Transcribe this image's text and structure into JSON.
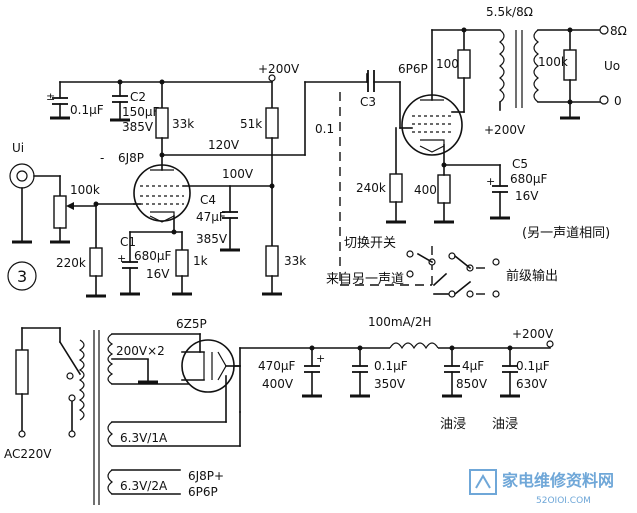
{
  "circuit_number": "3",
  "labels": {
    "input": "Ui",
    "output": "Uo",
    "supply_top": "+200V",
    "supply_psu": "+200V",
    "supply_output": "+200V",
    "v_120": "120V",
    "v_100": "100V",
    "tube_pre": "6J8P",
    "tube_out": "6P6P",
    "tube_rect": "6Z5P",
    "out_transformer": "5.5k/8Ω",
    "term_8": "8Ω",
    "term_0": "0",
    "mains": "AC220V",
    "hv_winding": "200V×2",
    "fil_1": "6.3V/1A",
    "fil_2": "6.3V/2A",
    "fil_2_note_1": "6J8P+",
    "fil_2_note_2": "6P6P",
    "choke": "100mA/2H",
    "switch": "切换开关",
    "from_other": "来自另一声道",
    "pre_out": "前级输出",
    "other_same": "(另一声道相同)",
    "oil_1": "油浸",
    "oil_2": "油浸"
  },
  "components": {
    "c_top_left": "0.1μF",
    "c2_name": "C2",
    "c2_value": "150μF",
    "c2_voltage": "385V",
    "r_33k_top": "33k",
    "r_51k": "51k",
    "r_100k_pot": "100k",
    "r_220k": "220k",
    "c1_name": "C1",
    "c1_value": "680μF",
    "c1_voltage": "16V",
    "r_1k": "1k",
    "c4_name": "C4",
    "c4_value": "47μF",
    "c4_voltage": "385V",
    "r_33k_bottom": "33k",
    "c3_name": "C3",
    "c3_value": "0.1",
    "r_240k": "240k",
    "r_400": "400",
    "r_100": "100",
    "c5_name": "C5",
    "c5_value": "680μF",
    "c5_voltage": "16V",
    "r_100k_out": "100k",
    "psu_c1_value": "470μF",
    "psu_c1_voltage": "400V",
    "psu_c2_value": "0.1μF",
    "psu_c2_voltage": "350V",
    "psu_c3_value": "4μF",
    "psu_c3_voltage": "850V",
    "psu_c4_value": "0.1μF",
    "psu_c4_voltage": "630V"
  },
  "watermark": {
    "text": "家电维修资料网",
    "url": "52OIOI.COM",
    "color": "#6fa7d8"
  }
}
